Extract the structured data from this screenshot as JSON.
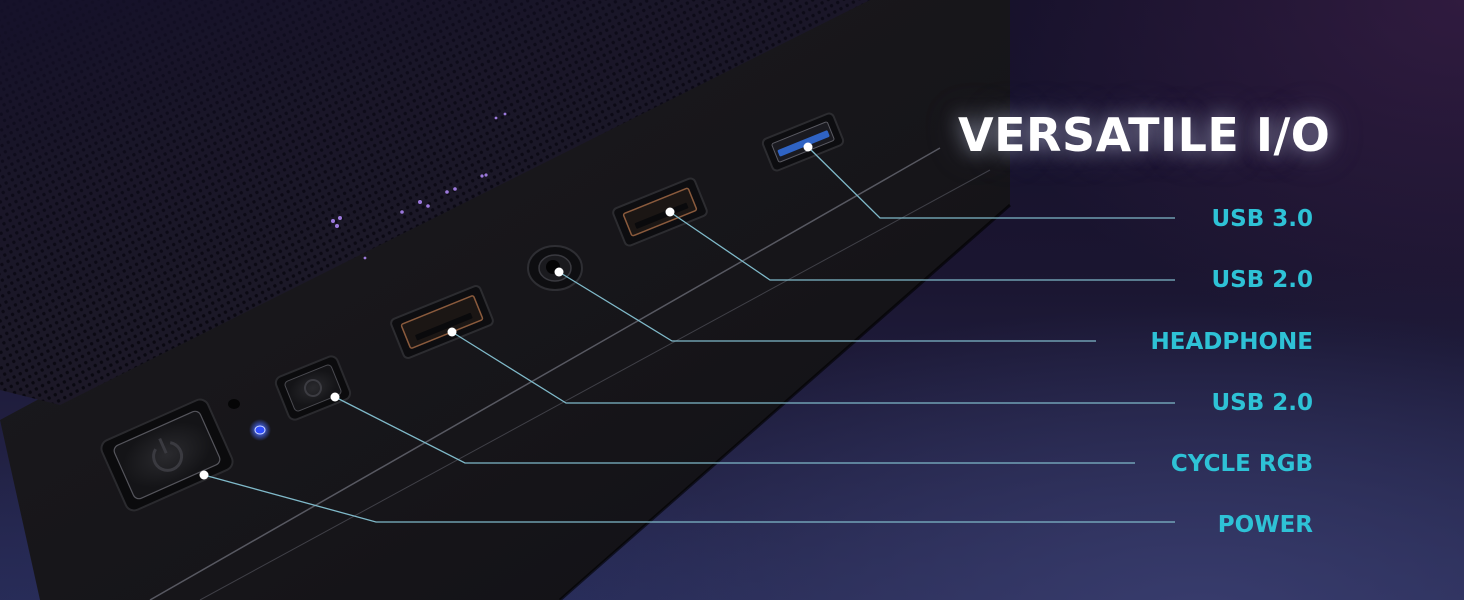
{
  "title": "VERSATILE I/O",
  "colors": {
    "label": "#2ec2d6",
    "title": "#ffffff",
    "leader_line": "#7fb9c9",
    "usb3_blue": "#2f63c4",
    "usb2_copper": "#8a5a3c",
    "led_blue": "#3a5cff"
  },
  "callouts": [
    {
      "id": "usb-3",
      "label": "USB 3.0"
    },
    {
      "id": "usb-2-top",
      "label": "USB 2.0"
    },
    {
      "id": "headphone",
      "label": "HEADPHONE"
    },
    {
      "id": "usb-2-bottom",
      "label": "USB 2.0"
    },
    {
      "id": "cycle-rgb",
      "label": "CYCLE RGB"
    },
    {
      "id": "power",
      "label": "POWER"
    }
  ],
  "ports": {
    "usb3": "usb-3-port",
    "usb2_top": "usb-2-port",
    "audio": "headphone-jack",
    "usb2_bottom": "usb-2-port",
    "rgb_button": "rgb-button",
    "power_button": "power-button",
    "status_led": "status-led",
    "reset_pinhole": "pinhole"
  }
}
